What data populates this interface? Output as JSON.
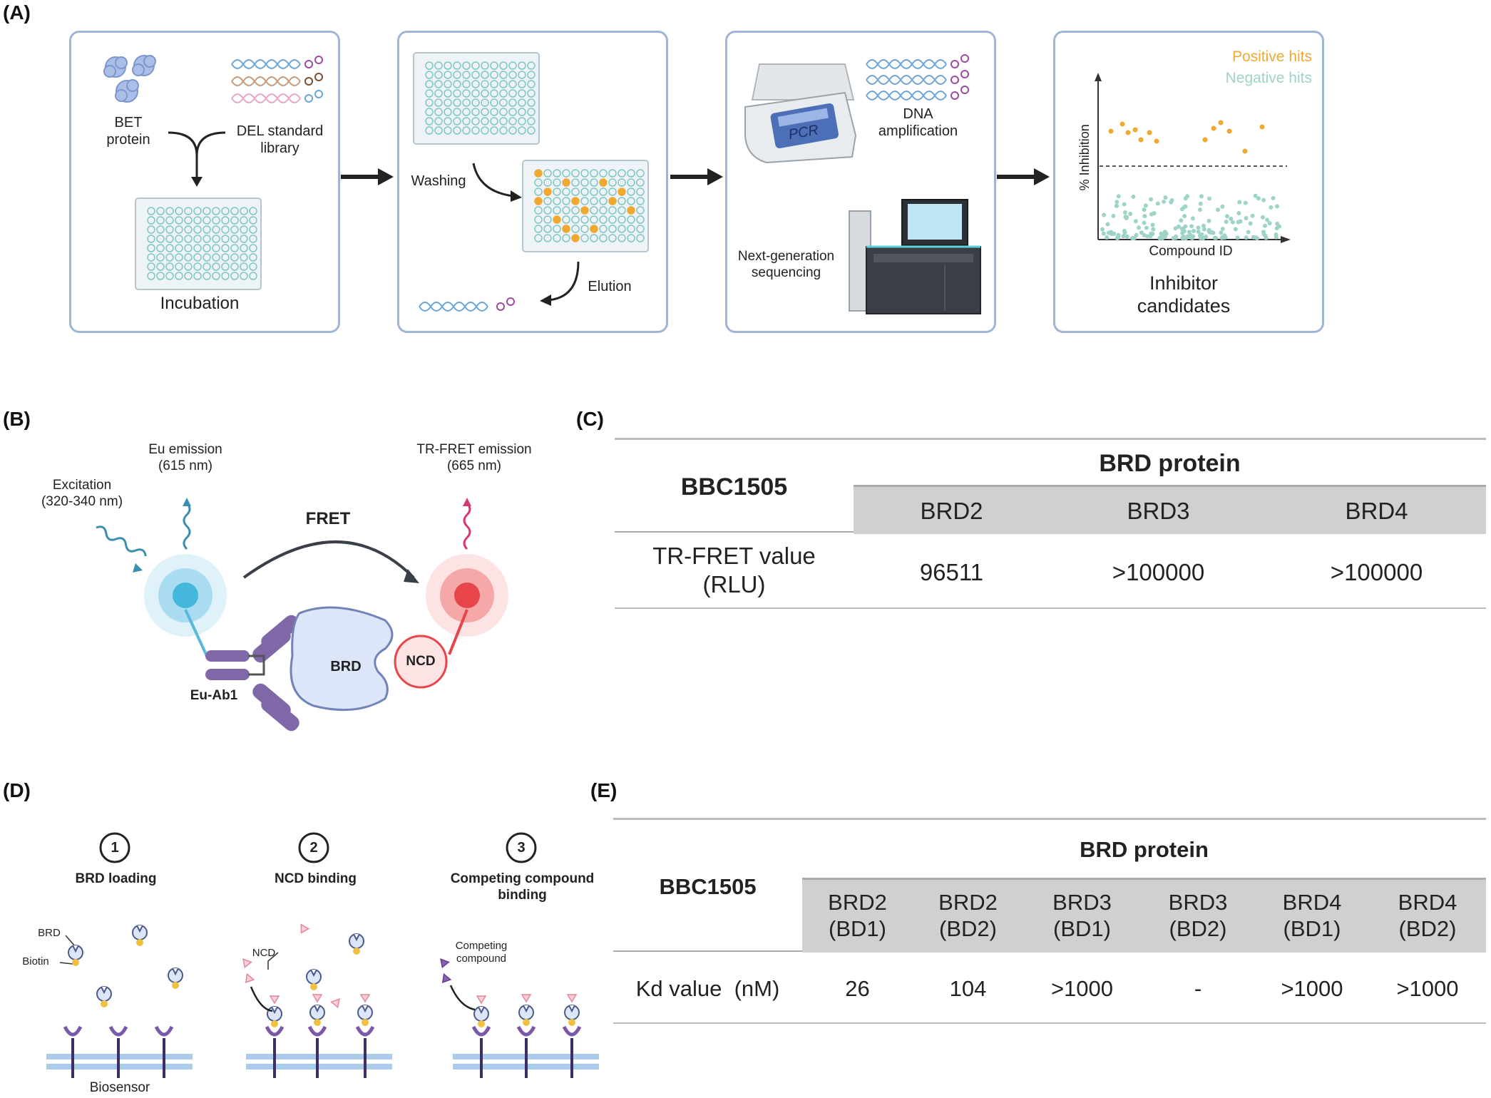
{
  "panelA": {
    "label": "(A)",
    "bet_protein": "BET\nprotein",
    "del_library": "DEL standard\nlibrary",
    "incubation": "Incubation",
    "washing": "Washing",
    "elution": "Elution",
    "pcr": "PCR",
    "dna_amplification": "DNA\namplification",
    "ngs": "Next-generation\nsequencing",
    "positive_hits": "Positive hits",
    "negative_hits": "Negative hits",
    "ylabel": "% Inhibition",
    "xlabel": "Compound ID",
    "inhibitor_candidates": "Inhibitor\ncandidates"
  },
  "panelB": {
    "label": "(B)",
    "excitation": "Excitation\n(320-340 nm)",
    "eu_emission": "Eu emission\n(615 nm)",
    "trfret_emission": "TR-FRET emission\n(665 nm)",
    "fret": "FRET",
    "brd": "BRD",
    "ncd": "NCD",
    "eu_ab1": "Eu-Ab1"
  },
  "panelC": {
    "label": "(C)",
    "compound": "BBC1505",
    "group_header": "BRD protein",
    "columns": [
      "BRD2",
      "BRD3",
      "BRD4"
    ],
    "row_label": "TR-FRET value\n(RLU)",
    "values": [
      "96511",
      ">100000",
      ">100000"
    ]
  },
  "panelD": {
    "label": "(D)",
    "steps": [
      {
        "num": "1",
        "title": "BRD loading"
      },
      {
        "num": "2",
        "title": "NCD binding"
      },
      {
        "num": "3",
        "title": "Competing compound\nbinding"
      }
    ],
    "brd": "BRD",
    "biotin": "Biotin",
    "ncd": "NCD",
    "competing": "Competing\ncompound",
    "biosensor": "Biosensor"
  },
  "panelE": {
    "label": "(E)",
    "compound": "BBC1505",
    "group_header": "BRD protein",
    "columns": [
      "BRD2\n(BD1)",
      "BRD2\n(BD2)",
      "BRD3\n(BD1)",
      "BRD3\n(BD2)",
      "BRD4\n(BD1)",
      "BRD4\n(BD2)"
    ],
    "row_label": "Kd value  (nM)",
    "values": [
      "26",
      "104",
      ">1000",
      "-",
      ">1000",
      ">1000"
    ]
  },
  "colors": {
    "box_border": "#9fb5d6",
    "plate": "#7fc7bf",
    "hit_orange": "#f0a830",
    "negative_teal": "#9ed3c8",
    "eu_blue": "#45b7dd",
    "fret_red": "#e8454a",
    "antibody_purple": "#8067a8",
    "brd_fill": "#dce6f8",
    "table_header": "#d0d0d0"
  }
}
